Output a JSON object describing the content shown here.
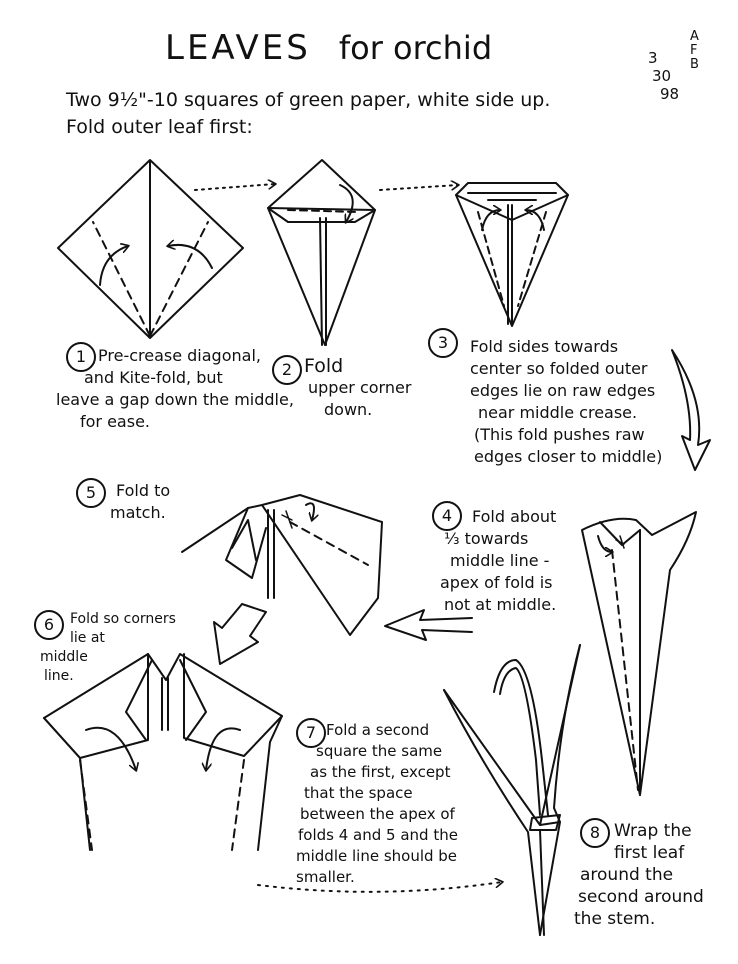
{
  "title": {
    "main": "LEAVES",
    "sub": "for orchid"
  },
  "date": {
    "line1": "3",
    "line2": "30",
    "line3": "98",
    "initials1": "A",
    "initials2": "F",
    "initials3": "B"
  },
  "intro": {
    "line1": "Two 9½\"-10 squares of green paper, white side up.",
    "line2": "Fold outer leaf first:"
  },
  "steps": [
    {
      "num": "1",
      "lines": [
        "Pre-crease diagonal,",
        "and Kite-fold, but",
        "leave a gap down the middle,",
        "for ease."
      ]
    },
    {
      "num": "2",
      "lines": [
        "Fold",
        "upper corner",
        "down."
      ]
    },
    {
      "num": "3",
      "lines": [
        "Fold sides towards",
        "center so folded outer",
        "edges lie on raw edges",
        "near middle crease.",
        "(This fold pushes raw",
        "edges closer to middle)"
      ]
    },
    {
      "num": "4",
      "lines": [
        "Fold about",
        "⅓ towards",
        "middle line -",
        "apex of fold is",
        "not at middle."
      ]
    },
    {
      "num": "5",
      "lines": [
        "Fold to",
        "match."
      ]
    },
    {
      "num": "6",
      "lines": [
        "Fold so corners",
        "lie at",
        "middle",
        "line."
      ]
    },
    {
      "num": "7",
      "lines": [
        "Fold a second",
        "square the same",
        "as the first, except",
        "that the space",
        "between the apex of",
        "folds 4 and 5 and the",
        "middle line should be",
        "smaller."
      ]
    },
    {
      "num": "8",
      "lines": [
        "Wrap the",
        "first leaf",
        "around the",
        "second around",
        "the stem."
      ]
    }
  ],
  "icons": [
    "arrow-icon",
    "dotted-arrow-icon",
    "hollow-arrow-icon",
    "crease-mark-icon"
  ]
}
